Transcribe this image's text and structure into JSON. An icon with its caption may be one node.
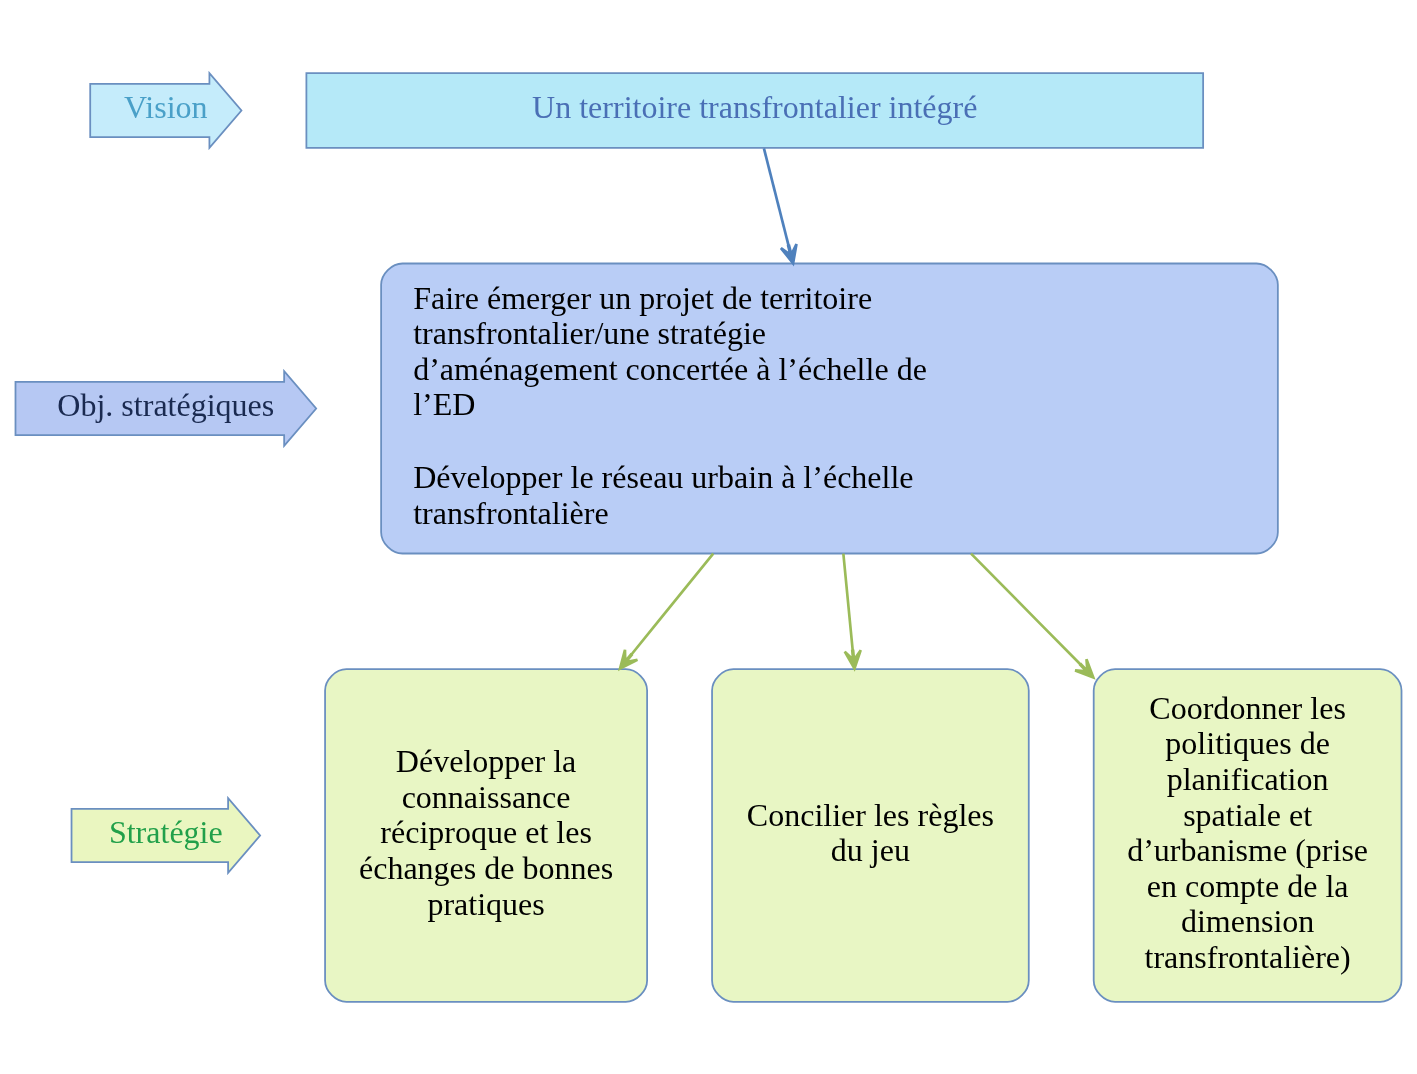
{
  "diagram": {
    "nodes": [
      {
        "text": [
          "Vision"
        ]
      },
      {
        "text": [
          "Un territoire transfrontalier intégré"
        ]
      },
      {
        "text": [
          "Obj. stratégiques"
        ]
      },
      {
        "text": [
          "Faire émerger un projet de territoire transfrontalier/une stratégie d’aménagement concertée à l’échelle de l’ED",
          "Développer le réseau urbain à l’échelle transfrontalière"
        ]
      },
      {
        "text": [
          "Stratégie"
        ]
      },
      {
        "text": [
          "Développer la connaissance réciproque et les échanges de bonnes pratiques"
        ]
      },
      {
        "text": [
          "Concilier les règles du jeu"
        ]
      },
      {
        "text": [
          "Coordonner les politiques de planification spatiale et d’urbanisme (prise en compte de la dimension transfrontalière)"
        ]
      }
    ],
    "edges": [
      {
        "from": 1,
        "to": 3,
        "arrow": "to",
        "color": "#4f81bd"
      },
      {
        "from": 3,
        "to": 5,
        "arrow": "to",
        "color": "#9bbb59"
      },
      {
        "from": 3,
        "to": 6,
        "arrow": "to",
        "color": "#9bbb59"
      },
      {
        "from": 3,
        "to": 7,
        "arrow": "to",
        "color": "#9bbb59"
      }
    ]
  }
}
